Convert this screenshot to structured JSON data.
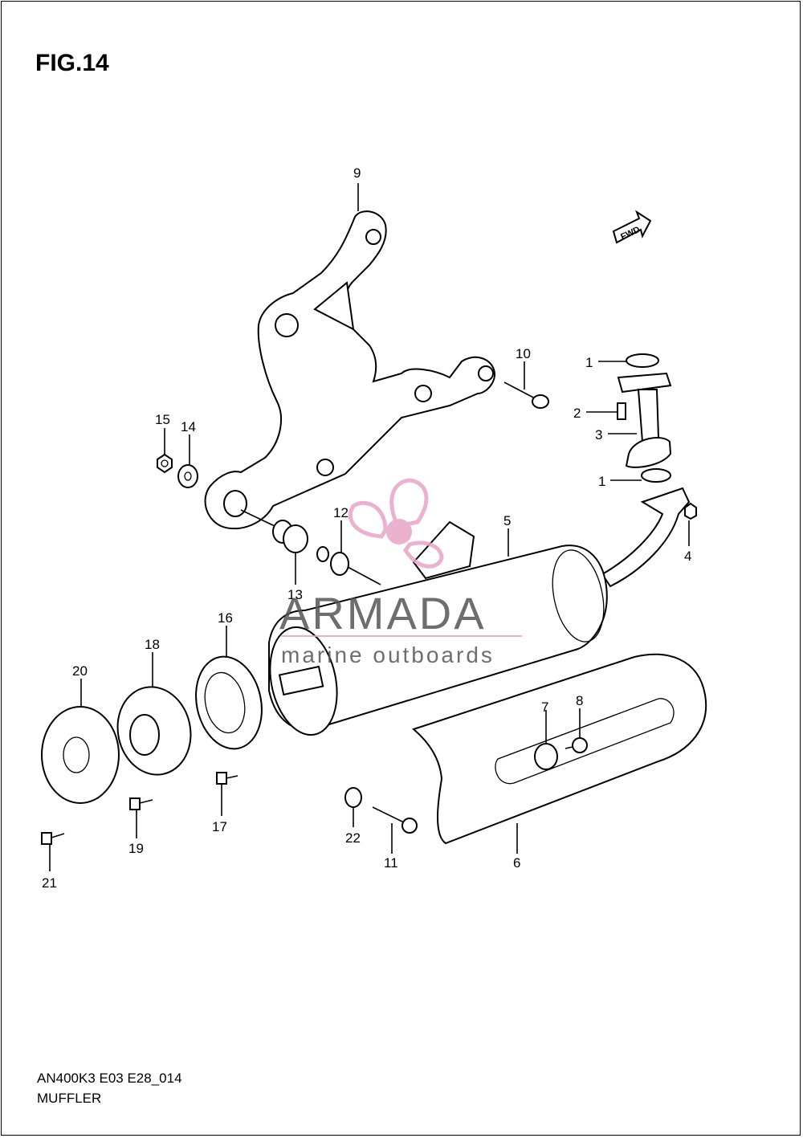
{
  "figure": {
    "title": "FIG.14",
    "code": "AN400K3 E03 E28_014",
    "name": "MUFFLER",
    "direction_label": "FWD"
  },
  "watermark": {
    "brand": "ARMADA",
    "tagline": "marine outboards",
    "brand_color": "#e8a5c8"
  },
  "callouts": [
    "9",
    "10",
    "1",
    "2",
    "3",
    "1",
    "4",
    "5",
    "15",
    "14",
    "12",
    "13",
    "16",
    "18",
    "20",
    "7",
    "8",
    "17",
    "19",
    "21",
    "22",
    "11",
    "6"
  ]
}
